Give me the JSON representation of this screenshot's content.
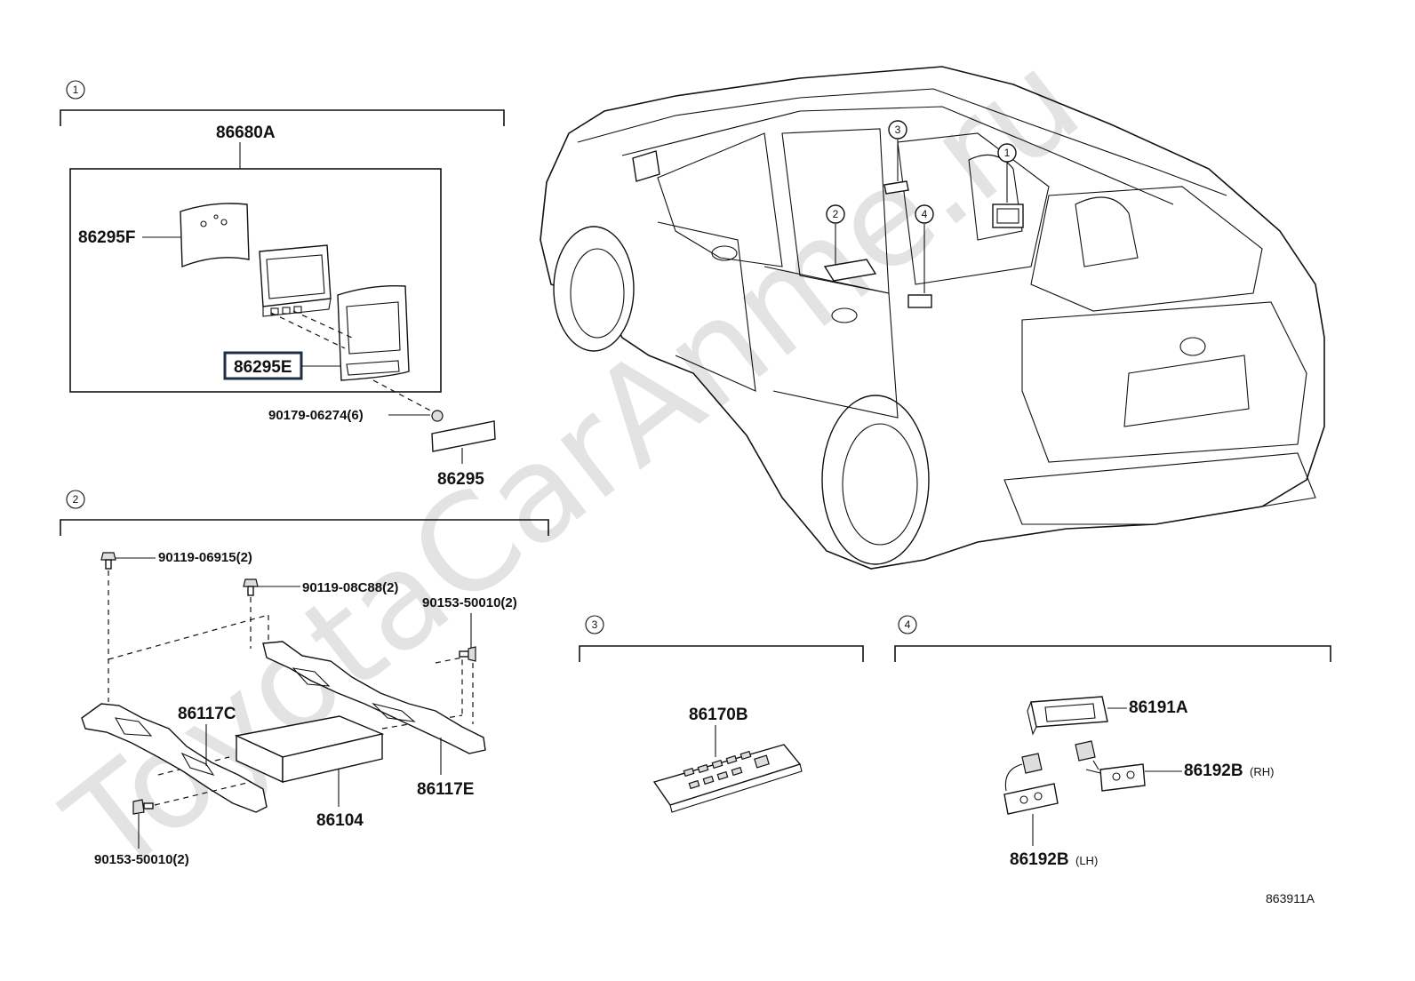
{
  "watermark": "ToyotaCarAnme.ru",
  "figure_code": "863911A",
  "sections": [
    {
      "number": "1"
    },
    {
      "number": "2"
    },
    {
      "number": "3"
    },
    {
      "number": "4"
    }
  ],
  "car_markers": [
    "1",
    "2",
    "3",
    "4"
  ],
  "section1": {
    "assembly": "86680A",
    "cover": "86295F",
    "display_frame": "86295E",
    "screw": "90179-06274(6)",
    "trim": "86295"
  },
  "section2": {
    "bolt_a": "90119-06915(2)",
    "bolt_b": "90119-08C88(2)",
    "bolt_c": "90153-50010(2)",
    "bolt_d": "90153-50010(2)",
    "bracket_left": "86117C",
    "bracket_right": "86117E",
    "player": "86104"
  },
  "section3": {
    "remote": "86170B"
  },
  "section4": {
    "jack": "86191A",
    "connector_rh": "86192B",
    "rh_note": "(RH)",
    "connector_lh": "86192B",
    "lh_note": "(LH)"
  }
}
